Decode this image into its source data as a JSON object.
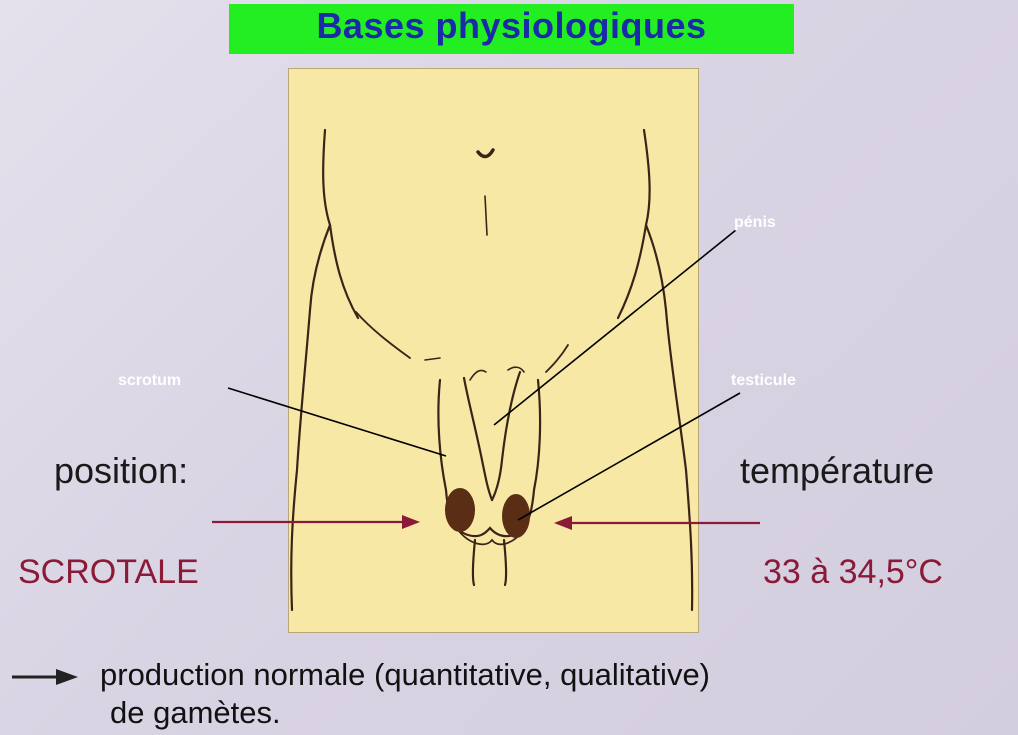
{
  "title": "Bases physiologiques",
  "colors": {
    "title_bg": "#22ee22",
    "title_text": "#1a2aa8",
    "panel_bg": "#f8e8a6",
    "accent_red": "#8a1a38",
    "testicle": "#5a2e14"
  },
  "labels": {
    "penis": "pénis",
    "scrotum": "scrotum",
    "testicule": "testicule"
  },
  "left": {
    "heading": "position:",
    "value": "SCROTALE"
  },
  "right": {
    "heading": "température",
    "value": "33 à 34,5°C"
  },
  "conclusion": {
    "line1": "production normale (quantitative, qualitative)",
    "line2": "de gamètes."
  }
}
